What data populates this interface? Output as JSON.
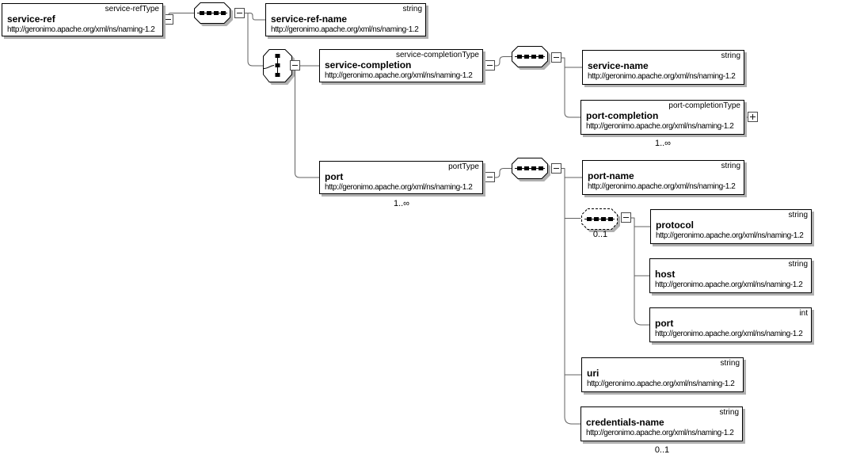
{
  "diagram": {
    "namespace": "http://geronimo.apache.org/xml/ns/naming-1.2",
    "colors": {
      "border": "#000000",
      "shadow": "#b0b0b0",
      "line": "#606060",
      "background": "#ffffff"
    },
    "nodes": {
      "service_ref": {
        "name": "service-ref",
        "type": "service-refType",
        "ns": "http://geronimo.apache.org/xml/ns/naming-1.2"
      },
      "service_ref_name": {
        "name": "service-ref-name",
        "type": "string",
        "ns": "http://geronimo.apache.org/xml/ns/naming-1.2"
      },
      "service_completion": {
        "name": "service-completion",
        "type": "service-completionType",
        "ns": "http://geronimo.apache.org/xml/ns/naming-1.2"
      },
      "service_name": {
        "name": "service-name",
        "type": "string",
        "ns": "http://geronimo.apache.org/xml/ns/naming-1.2"
      },
      "port_completion": {
        "name": "port-completion",
        "type": "port-completionType",
        "ns": "http://geronimo.apache.org/xml/ns/naming-1.2",
        "occurrence": "1..∞"
      },
      "port": {
        "name": "port",
        "type": "portType",
        "ns": "http://geronimo.apache.org/xml/ns/naming-1.2",
        "occurrence": "1..∞"
      },
      "port_name": {
        "name": "port-name",
        "type": "string",
        "ns": "http://geronimo.apache.org/xml/ns/naming-1.2"
      },
      "protocol": {
        "name": "protocol",
        "type": "string",
        "ns": "http://geronimo.apache.org/xml/ns/naming-1.2"
      },
      "host": {
        "name": "host",
        "type": "string",
        "ns": "http://geronimo.apache.org/xml/ns/naming-1.2"
      },
      "port_number": {
        "name": "port",
        "type": "int",
        "ns": "http://geronimo.apache.org/xml/ns/naming-1.2"
      },
      "uri": {
        "name": "uri",
        "type": "string",
        "ns": "http://geronimo.apache.org/xml/ns/naming-1.2"
      },
      "credentials_name": {
        "name": "credentials-name",
        "type": "string",
        "ns": "http://geronimo.apache.org/xml/ns/naming-1.2",
        "occurrence": "0..1"
      }
    },
    "compositors": {
      "root_sequence": {
        "kind": "sequence"
      },
      "choice": {
        "kind": "choice"
      },
      "svcc_sequence": {
        "kind": "sequence"
      },
      "port_sequence": {
        "kind": "sequence"
      },
      "address_sequence": {
        "kind": "sequence",
        "occurrence": "0..1"
      }
    }
  }
}
